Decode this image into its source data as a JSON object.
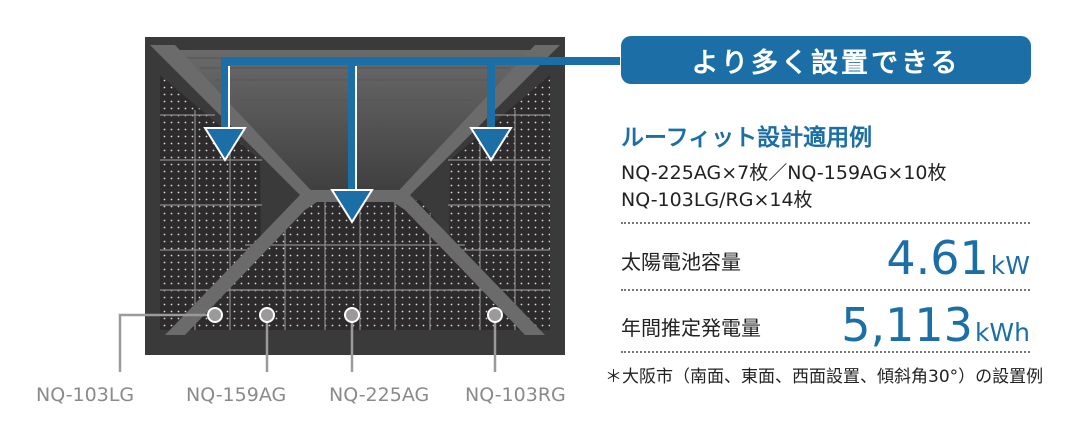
{
  "callout": {
    "badge": "より多く設置できる"
  },
  "example": {
    "title": "ルーフィット設計適用例",
    "config_line1": "NQ-225AG×7枚／NQ-159AG×10枚",
    "config_line2": "NQ-103LG/RG×14枚"
  },
  "stats": {
    "capacity_label": "太陽電池容量",
    "capacity_value": "4.61",
    "capacity_unit": "kW",
    "generation_label": "年間推定発電量",
    "generation_value": "5,113",
    "generation_unit": "kWh"
  },
  "note": "＊大阪市（南面、東面、西面設置、傾斜角30°）の設置例",
  "panel_labels": [
    "NQ-103LG",
    "NQ-159AG",
    "NQ-225AG",
    "NQ-103RG"
  ],
  "colors": {
    "accent": "#1c6fa6",
    "roof_dark": "#333333",
    "label_gray": "#8a8a8a"
  }
}
